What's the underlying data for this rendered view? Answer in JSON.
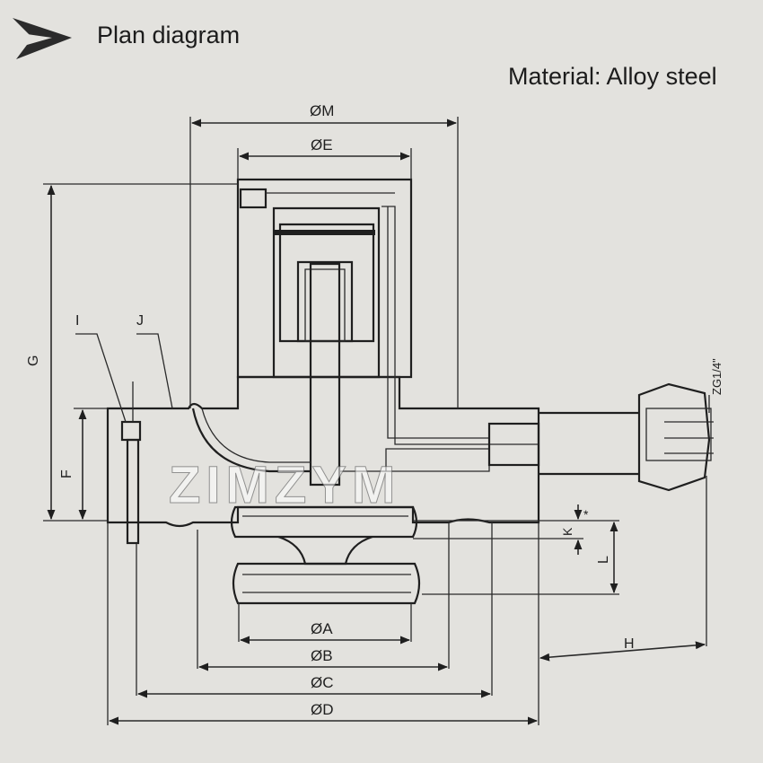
{
  "header": {
    "title": "Plan diagram",
    "material": "Material: Alloy steel",
    "arrow_icon": "pointer-arrow-icon"
  },
  "dimensions": {
    "M": "ØM",
    "E": "ØE",
    "A": "ØA",
    "B": "ØB",
    "C": "ØC",
    "D": "ØD",
    "G": "G",
    "F": "F",
    "I": "I",
    "J": "J",
    "K": "K",
    "L": "L",
    "H": "H",
    "star": "*",
    "thread": "ZG1/4\""
  },
  "watermark": "ZIMZYM",
  "colors": {
    "background": "#e3e2de",
    "ink": "#1f1f1f",
    "watermark": "#ffffff"
  }
}
